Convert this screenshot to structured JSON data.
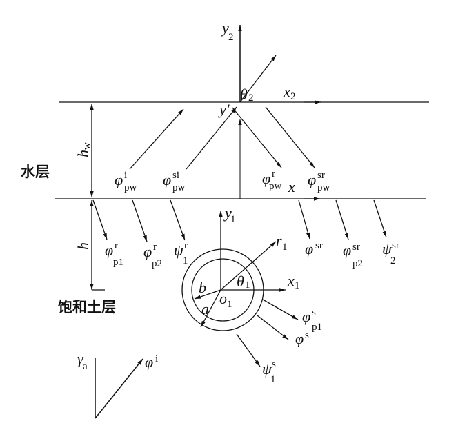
{
  "layers": {
    "water": "水层",
    "soil": "饱和土层"
  },
  "labels": {
    "y2": {
      "base": "y",
      "sub": "2"
    },
    "x2": {
      "base": "x",
      "sub": "2"
    },
    "theta2": {
      "base": "θ",
      "sub": "2"
    },
    "yprime": {
      "base": "y'"
    },
    "x": {
      "base": "x"
    },
    "hw": {
      "base": "h",
      "sub": "w"
    },
    "h": {
      "base": "h"
    },
    "phi_i_pw": {
      "base": "φ",
      "sup": "i",
      "sub": "pw"
    },
    "phi_si_pw": {
      "base": "φ",
      "sup": "si",
      "sub": "pw"
    },
    "phi_r_pw": {
      "base": "φ",
      "sup": "r",
      "sub": "pw"
    },
    "phi_sr_pw": {
      "base": "φ",
      "sup": "sr",
      "sub": "pw"
    },
    "phi_r_p1": {
      "base": "φ",
      "sup": "r",
      "sub": "p1"
    },
    "phi_r_p2": {
      "base": "φ",
      "sup": "r",
      "sub": "p2"
    },
    "psi_r_1": {
      "base": "ψ",
      "sup": "r",
      "sub": "1"
    },
    "phi_sr": {
      "base": "φ",
      "sup": "sr"
    },
    "phi_sr_p2": {
      "base": "φ",
      "sup": "sr",
      "sub": "p2"
    },
    "psi_sr_2": {
      "base": "ψ",
      "sup": "sr",
      "sub": "2"
    },
    "y1": {
      "base": "y",
      "sub": "1"
    },
    "x1": {
      "base": "x",
      "sub": "1"
    },
    "r1": {
      "base": "r",
      "sub": "1"
    },
    "theta1": {
      "base": "θ",
      "sub": "1"
    },
    "o1": {
      "base": "o",
      "sub": "1"
    },
    "a": {
      "base": "a"
    },
    "b": {
      "base": "b"
    },
    "phi_s_p1": {
      "base": "φ",
      "sup": "s",
      "sub": "p1"
    },
    "phi_s": {
      "base": "φ",
      "sup": "s"
    },
    "psi_s_1": {
      "base": "ψ",
      "sup": "s",
      "sub": "1"
    },
    "gamma_a": {
      "base": "γ",
      "sub": "a"
    },
    "phi_i": {
      "base": "φ",
      "sup": "i"
    }
  }
}
